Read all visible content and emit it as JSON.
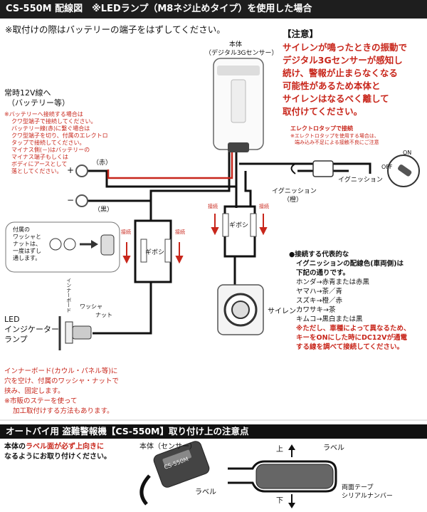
{
  "header": {
    "title": "CS-550M 配線図　※LEDランプ（M8ネジ止めタイプ）を使用した場合"
  },
  "battery_notice": "※取付けの際はバッテリーの端子をはずしてください。",
  "caution": {
    "title": "【注意】",
    "lines": [
      "サイレンが鳴ったときの振動で",
      "デジタル3Gセンサーが感知し",
      "続け、警報が止まらなくなる",
      "可能性があるため本体と",
      "サイレンはなるべく離して",
      "取付けてください。"
    ]
  },
  "unit": {
    "label1": "本体",
    "label2": "（デジタル3Gセンサー）"
  },
  "power": {
    "label1": "常時12V線へ",
    "label2": "（バッテリー等）",
    "notes": [
      "※バッテリーへ接続する場合は",
      "クワ型端子で接続してください。",
      "バッテリー線(赤)に繋ぐ場合は",
      "クワ型端子を切り、付属のエレクトロ",
      "タップで接続してください。",
      "マイナス側(－)はバッテリーの",
      "マイナス端子もしくは",
      "ボディにアースとして",
      "落としてください。"
    ],
    "plus": "+",
    "minus": "−",
    "red_wire": "（赤）",
    "black_wire": "（黒）"
  },
  "electrotap": {
    "title": "エレクトロタップで接続",
    "note1": "※エレクトロタップを使用する場合は、",
    "note2": "端み込み不足による接触不良にご注意"
  },
  "ignition": {
    "label": "イグニッション",
    "wire_label1": "イグニッション",
    "wire_label2": "（橙）",
    "key_on": "ON",
    "key_off": "OFF"
  },
  "gibosi": {
    "left": "ギボシ",
    "center": "ギボシ",
    "connect": "接続"
  },
  "washer_note": {
    "lines": [
      "付属の",
      "ワッシャと",
      "ナットは、",
      "一度はずし",
      "通します。"
    ]
  },
  "led": {
    "title1": "LED",
    "title2": "インジケーター",
    "title3": "ランプ",
    "washer": "ワッシャ",
    "nut": "ナット",
    "inner_board": "インナーボード"
  },
  "siren": {
    "label": "サイレン"
  },
  "color_list": {
    "title1": "●接続する代表的な",
    "title2": "イグニッションの配線色(車両側)は",
    "title3": "下記の通りです。",
    "items": [
      "ホンダ→赤青または赤黒",
      "ヤマハ→茶／青",
      "スズキ→橙／赤",
      "カワサキ→茶",
      "キムコ→黒白または黒"
    ],
    "warn": [
      "※ただし、車種によって異なるため、",
      "キーをONにした時にDC12Vが通電",
      "する線を調べて接続してください。"
    ]
  },
  "mount_note": {
    "lines": [
      "インナーボード(カウル・パネル等)に",
      "穴を空け、付属のワッシャ・ナットで",
      "挟み、固定します。",
      "※市販のステーを使って",
      "加工取付けする方法もあります。"
    ]
  },
  "section2": {
    "title": "オートバイ用 盗難警報機【CS-550M】取り付け上の注意点"
  },
  "label_note": {
    "pre": "本体の",
    "red": "ラベル面が必ず上向きに",
    "line2": "なるようにお取り付けください。"
  },
  "bottom": {
    "unit_label": "本体（センサー）",
    "label": "ラベル",
    "label_right": "ラベル",
    "up": "上",
    "down": "下",
    "tape1": "両面テープ",
    "tape2": "シリアルナンバー",
    "product": "CS-550M"
  }
}
